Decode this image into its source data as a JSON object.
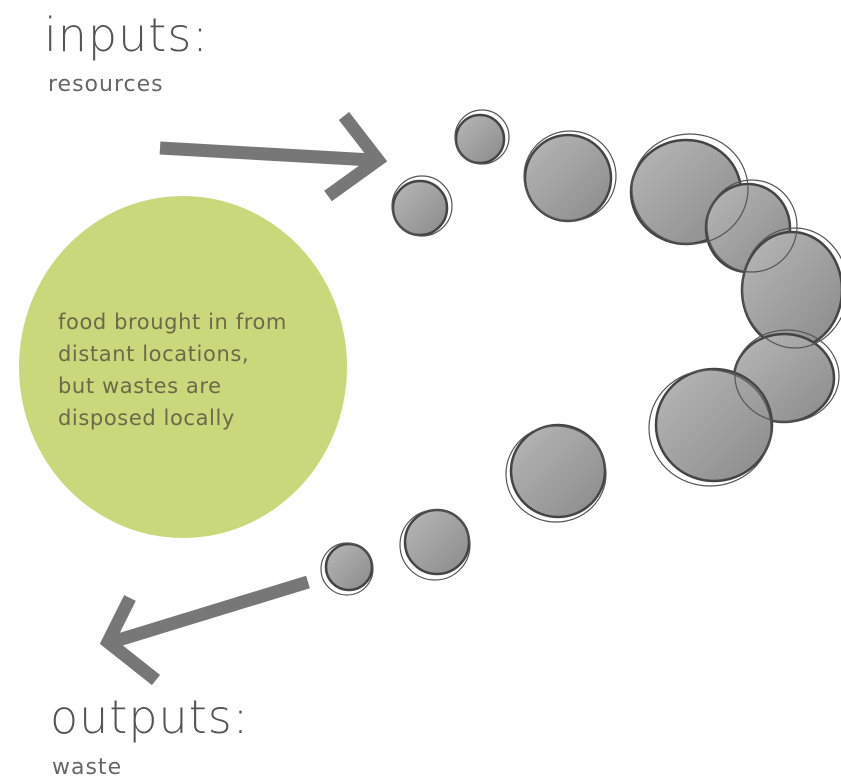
{
  "inputs": {
    "title": "inputs:",
    "subtitle": "resources"
  },
  "outputs": {
    "title": "outputs:",
    "subtitle": "waste"
  },
  "note": {
    "text": "food brought in from\ndistant locations,\nbut wastes are\ndisposed locally",
    "circle_color": "#c9d87a"
  },
  "colors": {
    "arrow": "#777777",
    "bubble_fill": "#9c9c9c",
    "bubble_stroke": "#444444"
  }
}
